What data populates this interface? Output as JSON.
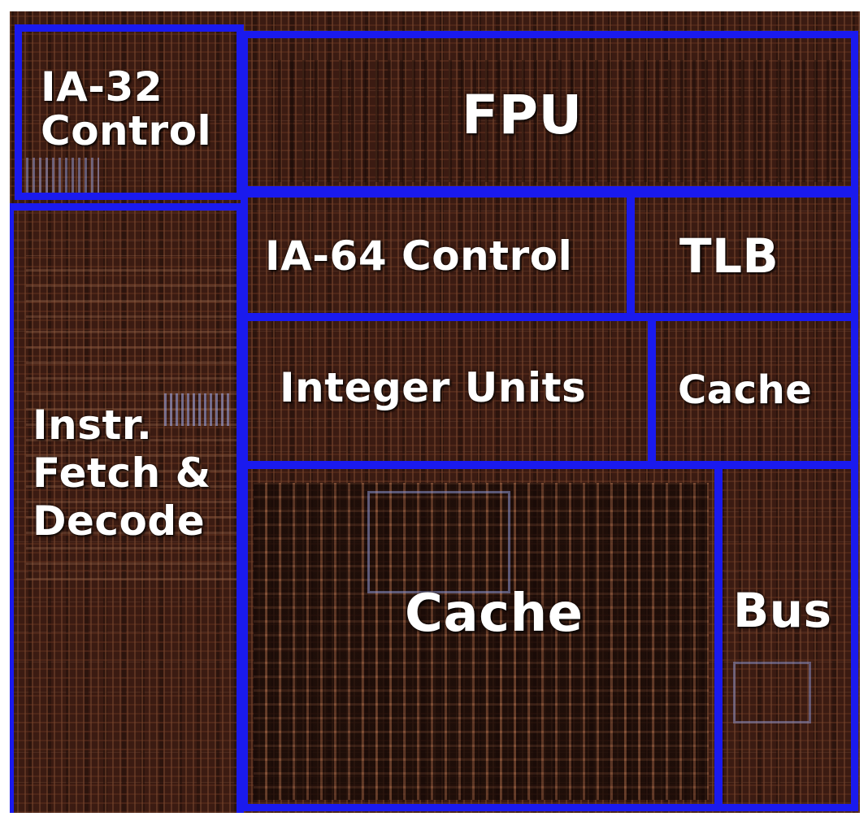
{
  "colors": {
    "region_border": "#1a1aee",
    "die_base": "#3b1b12",
    "label_text": "#ffffff"
  },
  "blocks": {
    "ia32_control": {
      "line1": "IA-32",
      "line2": "Control"
    },
    "fpu": {
      "label": "FPU"
    },
    "ia64_control": {
      "label": "IA-64 Control"
    },
    "tlb": {
      "label": "TLB"
    },
    "integer_units": {
      "label": "Integer Units"
    },
    "cache_small": {
      "label": "Cache"
    },
    "instr_fetch_decode": {
      "line1": "Instr.",
      "line2": "Fetch &",
      "line3": "Decode"
    },
    "cache_large": {
      "label": "Cache"
    },
    "bus": {
      "label": "Bus"
    }
  }
}
